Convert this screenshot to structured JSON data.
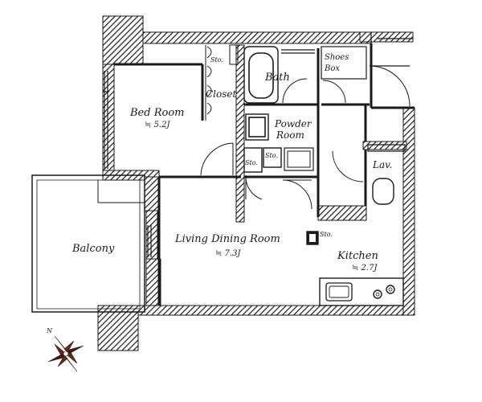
{
  "rooms": {
    "bedroom": {
      "name": "Bed Room",
      "size": "≒ 5.2J"
    },
    "closet": {
      "name": "Closet"
    },
    "bath": {
      "name": "Bath"
    },
    "shoes_box": {
      "line1": "Shoes",
      "line2": "Box"
    },
    "powder_room": {
      "line1": "Powder",
      "line2": "Room"
    },
    "lav": {
      "name": "Lav."
    },
    "balcony": {
      "name": "Balcony"
    },
    "living": {
      "name": "Living Dining Room",
      "size": "≒ 7.3J"
    },
    "kitchen": {
      "name": "Kitchen",
      "size": "≒ 2.7J"
    }
  },
  "storage": {
    "sto_1": "Sto.",
    "sto_2": "Sto.",
    "sto_3": "Sto.",
    "sto_4": "Sto."
  },
  "compass": {
    "north": "N"
  },
  "colors": {
    "wall": "#1a1a1a",
    "compass": "#3a1a14"
  }
}
